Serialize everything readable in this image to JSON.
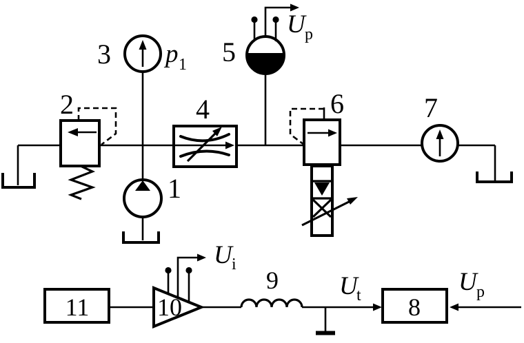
{
  "diagram": {
    "type": "hydraulic-electrical control circuit schematic",
    "colors": {
      "ink": "#000000",
      "background": "#ffffff"
    },
    "component_labels": {
      "c1": "1",
      "c2": "2",
      "c3": "3",
      "c4": "4",
      "c5": "5",
      "c6": "6",
      "c7": "7",
      "c8": "8",
      "c9": "9",
      "c10": "10",
      "c11": "11"
    },
    "signal_labels": {
      "p1_base": "p",
      "p1_sub": "1",
      "up_top_base": "U",
      "up_top_sub": "p",
      "ui_base": "U",
      "ui_sub": "i",
      "ut_base": "U",
      "ut_sub": "t",
      "up_right_base": "U",
      "up_right_sub": "p"
    }
  }
}
